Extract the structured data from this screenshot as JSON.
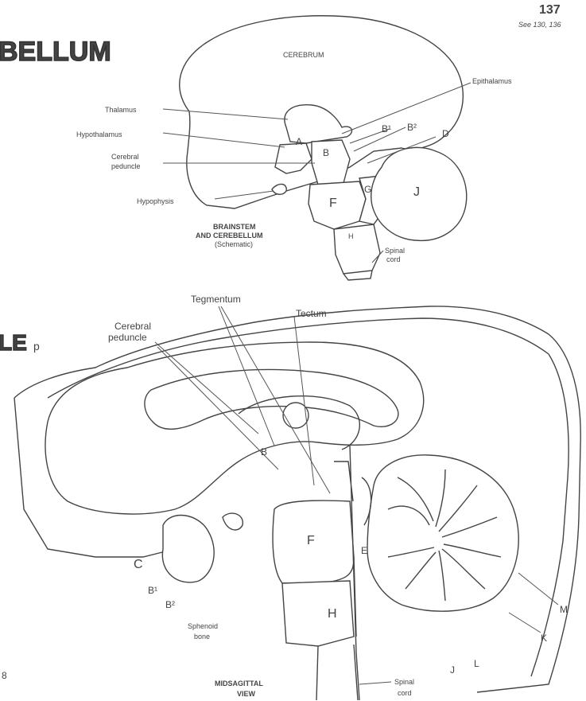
{
  "page": {
    "number": "137",
    "see_ref": "See 130, 136",
    "corner_mark": "8"
  },
  "title_fragment": "BELLUM",
  "title_fragment_2": "LE",
  "subscript_p": "p",
  "top_diagram": {
    "cerebrum": "CEREBRUM",
    "labels": {
      "thalamus": "Thalamus",
      "hypothalamus": "Hypothalamus",
      "cerebral_peduncle_1": "Cerebral",
      "cerebral_peduncle_2": "peduncle",
      "hypophysis": "Hypophysis",
      "epithalamus": "Epithalamus",
      "spinal_cord_1": "Spinal",
      "spinal_cord_2": "cord"
    },
    "letters": {
      "A": "A",
      "B": "B",
      "B1": "B¹",
      "B2": "B²",
      "D": "D",
      "F": "F",
      "G": "G",
      "J": "J",
      "H": "H"
    },
    "caption_1": "BRAINSTEM",
    "caption_2": "AND CEREBELLUM",
    "caption_3": "(Schematic)"
  },
  "bottom_diagram": {
    "labels": {
      "tegmentum": "Tegmentum",
      "tectum": "Tectum",
      "cerebral_peduncle_1": "Cerebral",
      "cerebral_peduncle_2": "peduncle",
      "sphenoid_1": "Sphenoid",
      "sphenoid_2": "bone",
      "spinal_cord_1": "Spinal",
      "spinal_cord_2": "cord"
    },
    "letters": {
      "B": "B",
      "C": "C",
      "B1": "B¹",
      "B2": "B²",
      "E": "E",
      "F": "F",
      "H": "H",
      "J": "J",
      "L": "L",
      "K": "K",
      "M": "M"
    },
    "caption_1": "MIDSAGITTAL",
    "caption_2": "VIEW"
  }
}
